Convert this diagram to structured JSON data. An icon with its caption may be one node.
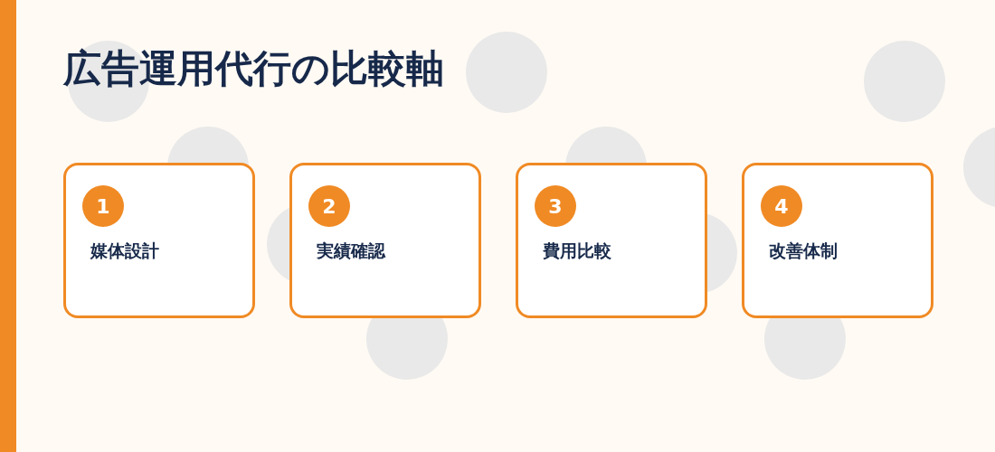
{
  "diagram": {
    "title": "広告運用代行の比較軸",
    "nodes": [
      {
        "text": [
          "媒体設計"
        ]
      },
      {
        "text": [
          "1"
        ],
        "in": 0
      },
      {
        "text": [
          "実績確認"
        ]
      },
      {
        "text": [
          "2"
        ],
        "in": 2
      },
      {
        "text": [
          "費用比較"
        ]
      },
      {
        "text": [
          "3"
        ],
        "in": 4
      },
      {
        "text": [
          "改善体制"
        ]
      },
      {
        "text": [
          "4"
        ],
        "in": 6
      }
    ]
  }
}
